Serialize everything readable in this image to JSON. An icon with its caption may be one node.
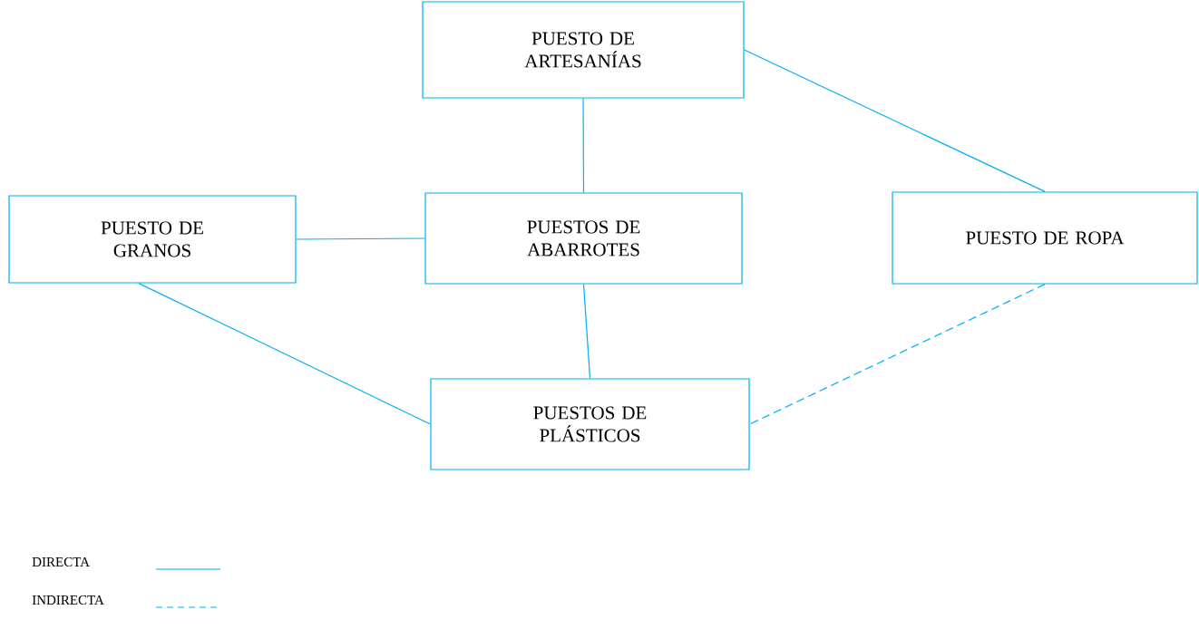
{
  "diagram": {
    "nodes": [
      {
        "text": [
          "PUESTO DE ARTESANÍAS"
        ]
      },
      {
        "text": [
          "PUESTO DE GRANOS"
        ]
      },
      {
        "text": [
          "PUESTOS DE ABARROTES"
        ]
      },
      {
        "text": [
          "PUESTO DE ROPA"
        ]
      },
      {
        "text": [
          "PUESTOS DE PLÁSTICOS"
        ]
      }
    ],
    "edges": [
      {
        "from": 0,
        "to": 2,
        "arrow": "none"
      },
      {
        "from": 0,
        "to": 3,
        "arrow": "none"
      },
      {
        "from": 1,
        "to": 2,
        "arrow": "none"
      },
      {
        "from": 1,
        "to": 4,
        "arrow": "none"
      },
      {
        "from": 2,
        "to": 4,
        "arrow": "none"
      },
      {
        "from": 3,
        "to": 4,
        "arrow": "none",
        "style": "dashed"
      }
    ],
    "legend": [
      {
        "text": "DIRECTA"
      },
      {
        "text": "INDIRECTA"
      }
    ]
  }
}
